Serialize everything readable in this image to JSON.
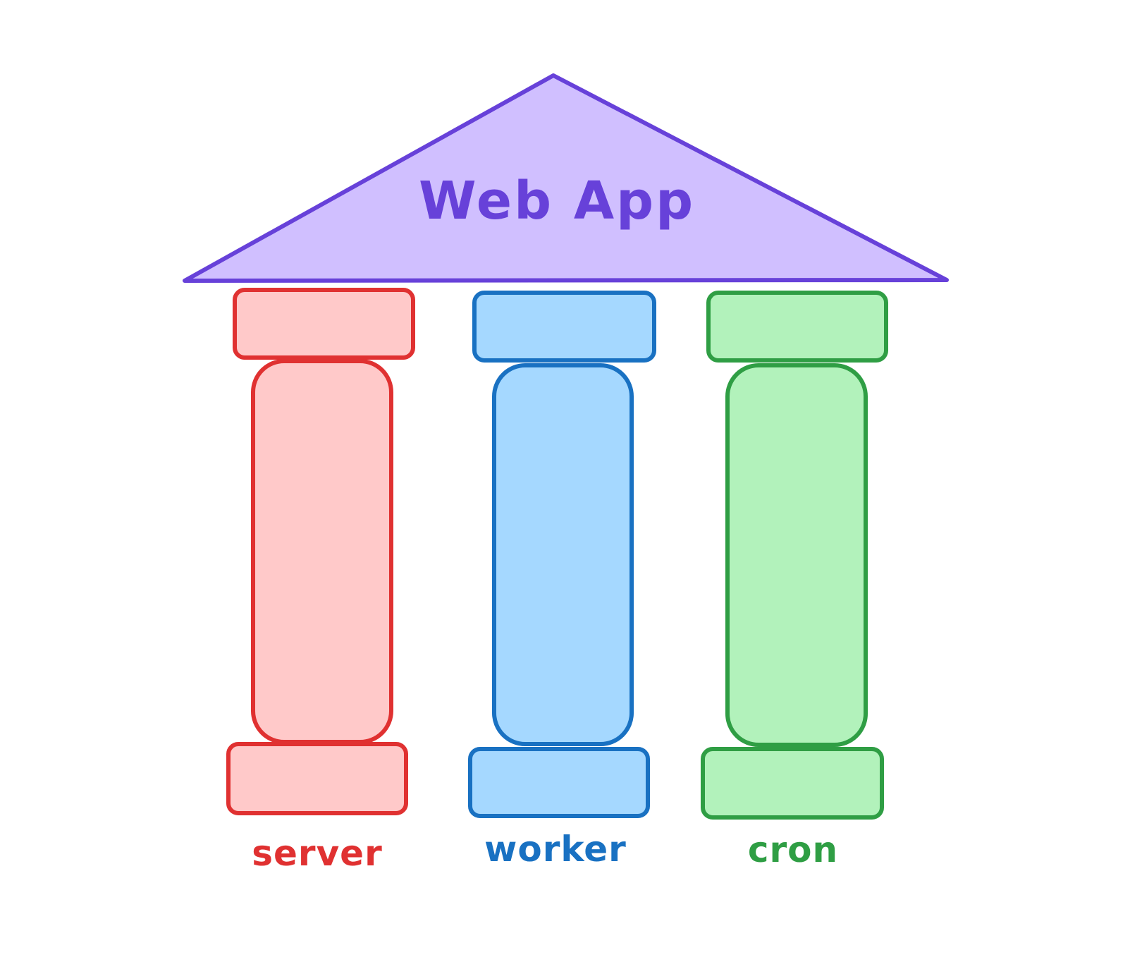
{
  "diagram": {
    "roof": {
      "label": "Web App",
      "fill": "#d0bfff",
      "stroke": "#6741d9"
    },
    "pillars": [
      {
        "label": "server",
        "fill": "#ffc9c9",
        "stroke": "#e03131"
      },
      {
        "label": "worker",
        "fill": "#a5d8ff",
        "stroke": "#1971c2"
      },
      {
        "label": "cron",
        "fill": "#b2f2bb",
        "stroke": "#2f9e44"
      }
    ]
  }
}
